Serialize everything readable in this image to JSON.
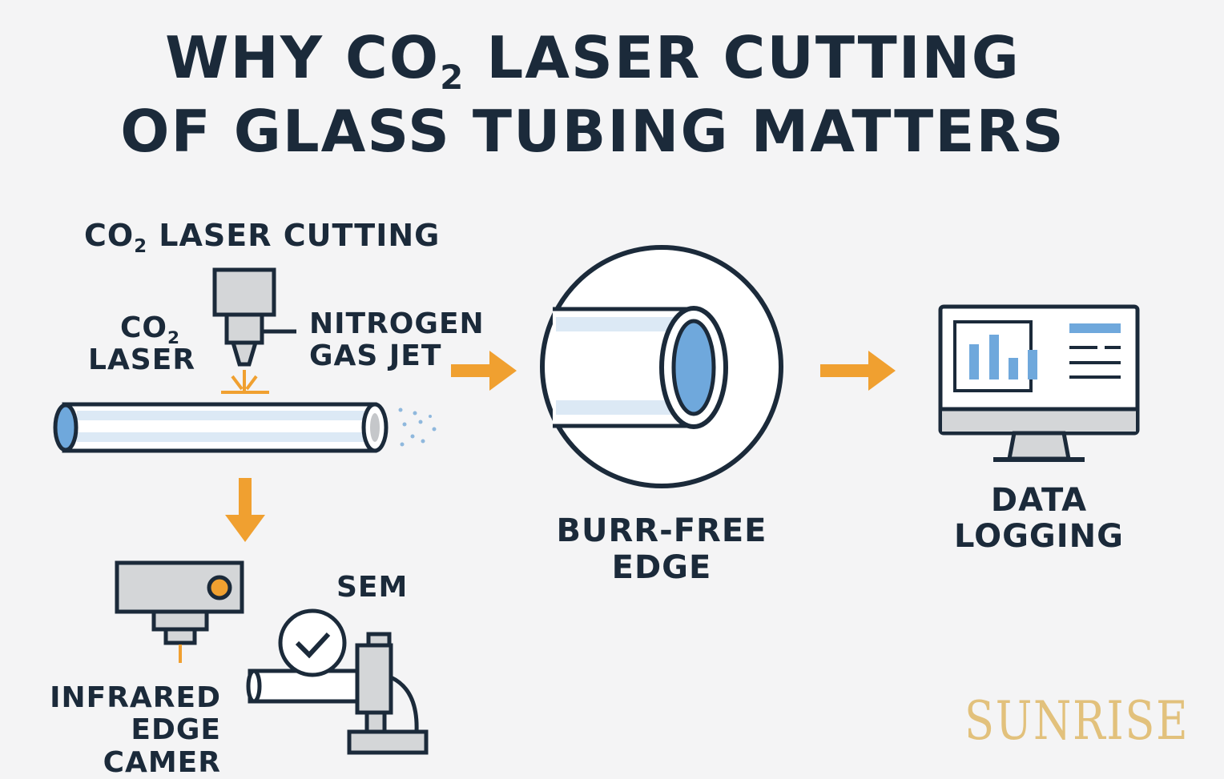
{
  "title": {
    "line1_before": "WHY CO",
    "line1_sub": "2",
    "line1_after": " LASER CUTTING",
    "line2": "OF GLASS TUBING MATTERS"
  },
  "cutting": {
    "heading_before": "CO",
    "heading_sub": "2",
    "heading_after": " LASER CUTTING",
    "laser_label_before": "CO",
    "laser_label_sub": "2",
    "laser_label_line2": "LASER",
    "gas_line1": "NITROGEN",
    "gas_line2": "GAS JET"
  },
  "inspection": {
    "camera_line1": "INFRARED",
    "camera_line2": "EDGE CAMER",
    "sem_label": "SEM"
  },
  "result": {
    "line1": "BURR-FREE",
    "line2": "EDGE"
  },
  "logging": {
    "line1": "DATA",
    "line2": "LOGGING"
  },
  "brand": "SUNRISE",
  "colors": {
    "dark": "#1b2a3a",
    "accent_orange": "#f0a030",
    "glass_blue": "#6fa8dc",
    "gray": "#d4d6d8",
    "background": "#f4f4f5",
    "brand_gold": "#e2c17c"
  }
}
